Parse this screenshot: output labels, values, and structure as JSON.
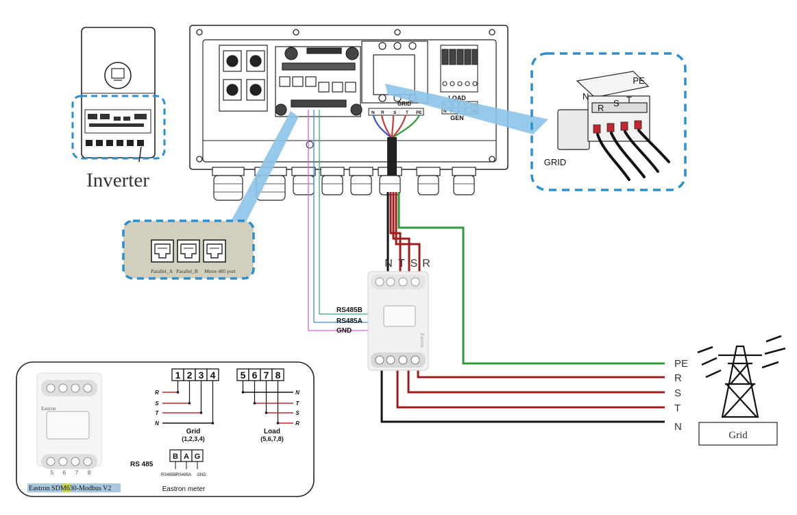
{
  "inverter": {
    "label": "Inverter"
  },
  "ports": {
    "labels": [
      "Parallel_A",
      "Parallel_B",
      "Meter-485 port"
    ]
  },
  "inverter_panel": {
    "load_label": "LOAD",
    "grid_label": "GRID",
    "gen_label": "GEN",
    "load_terminals": [
      "N",
      "R",
      "S",
      "T",
      "PE"
    ],
    "gen_terminals": [
      "N",
      "R",
      "S",
      "T",
      "PE"
    ],
    "grid_terminals": [
      "N",
      "R",
      "S",
      "T",
      "PE"
    ]
  },
  "breaker": {
    "grid_label": "GRID",
    "pe_label": "PE",
    "phase_labels": [
      "N",
      "R",
      "S",
      "T"
    ]
  },
  "meter": {
    "top_labels": [
      "N",
      "T",
      "S",
      "R"
    ],
    "rs485b": "RS485B",
    "rs485a": "RS485A",
    "gnd": "GND",
    "brand_small": "Eastron"
  },
  "grid_lines": {
    "labels": [
      "PE",
      "R",
      "S",
      "T",
      "N"
    ],
    "tower_label": "Grid"
  },
  "legend": {
    "meter_brand": "Eastron",
    "meter_bottom_numbers": [
      "5",
      "6",
      "7",
      "8"
    ],
    "caption_prefix": "Eastron ",
    "caption_highlight": "SD",
    "caption_suffix": "M630-Modbus V2",
    "grid_numbers": [
      "1",
      "2",
      "3",
      "4"
    ],
    "load_numbers": [
      "5",
      "6",
      "7",
      "8"
    ],
    "grid_rows": [
      "R",
      "S",
      "T",
      "N"
    ],
    "load_rows": [
      "N",
      "T",
      "S",
      "R"
    ],
    "grid_title": "Grid",
    "grid_sub": "(1,2,3,4)",
    "load_title": "Load",
    "load_sub": "(5,6,7,8)",
    "rs485_title": "RS 485",
    "rs485_boxes": [
      "B",
      "A",
      "G"
    ],
    "rs485_labels": [
      "RS485B",
      "RS485A",
      "GND"
    ],
    "footer": "Eastron meter"
  },
  "colors": {
    "accent_dashed": "#2a8fcf",
    "arrow_blue": "#8cc4e8",
    "wire_red": "#a01c1c",
    "wire_green": "#2f9a3a",
    "wire_pink": "#e060e0",
    "wire_blue": "#3a8fe0",
    "port_box_fill": "#d3cfbd"
  }
}
